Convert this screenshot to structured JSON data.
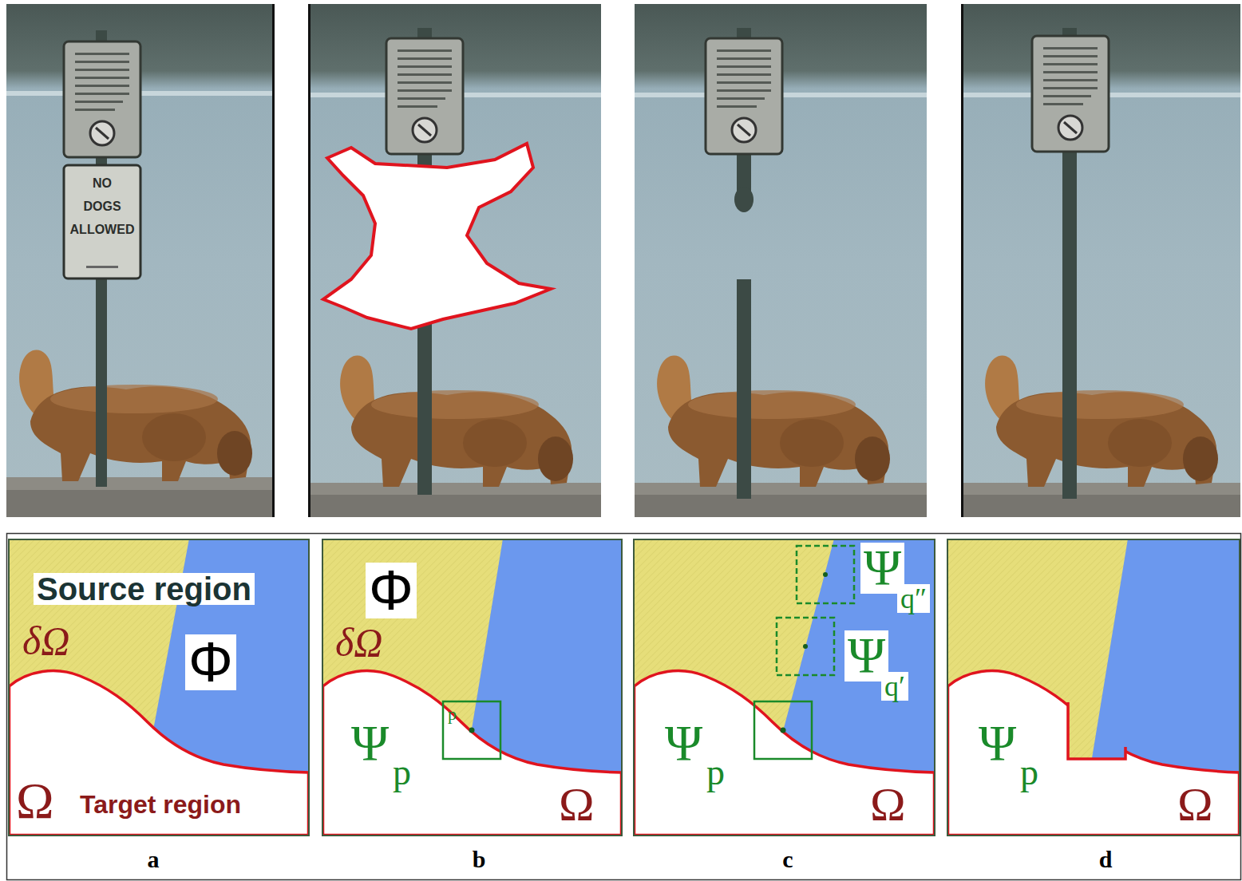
{
  "diagram": {
    "labels": [
      "NO",
      "DOGS",
      "ALLOWED",
      "Source region",
      "Φ",
      "δΩ",
      "Ω",
      "Target region",
      "Φ",
      "δΩ",
      "p",
      "Ψ",
      "p",
      "Ω",
      "Ψ",
      "q″",
      "Ψ",
      "q′",
      "Ψ",
      "p",
      "Ω",
      "Ψ",
      "p",
      "Ω",
      "a",
      "b",
      "c",
      "d"
    ]
  }
}
